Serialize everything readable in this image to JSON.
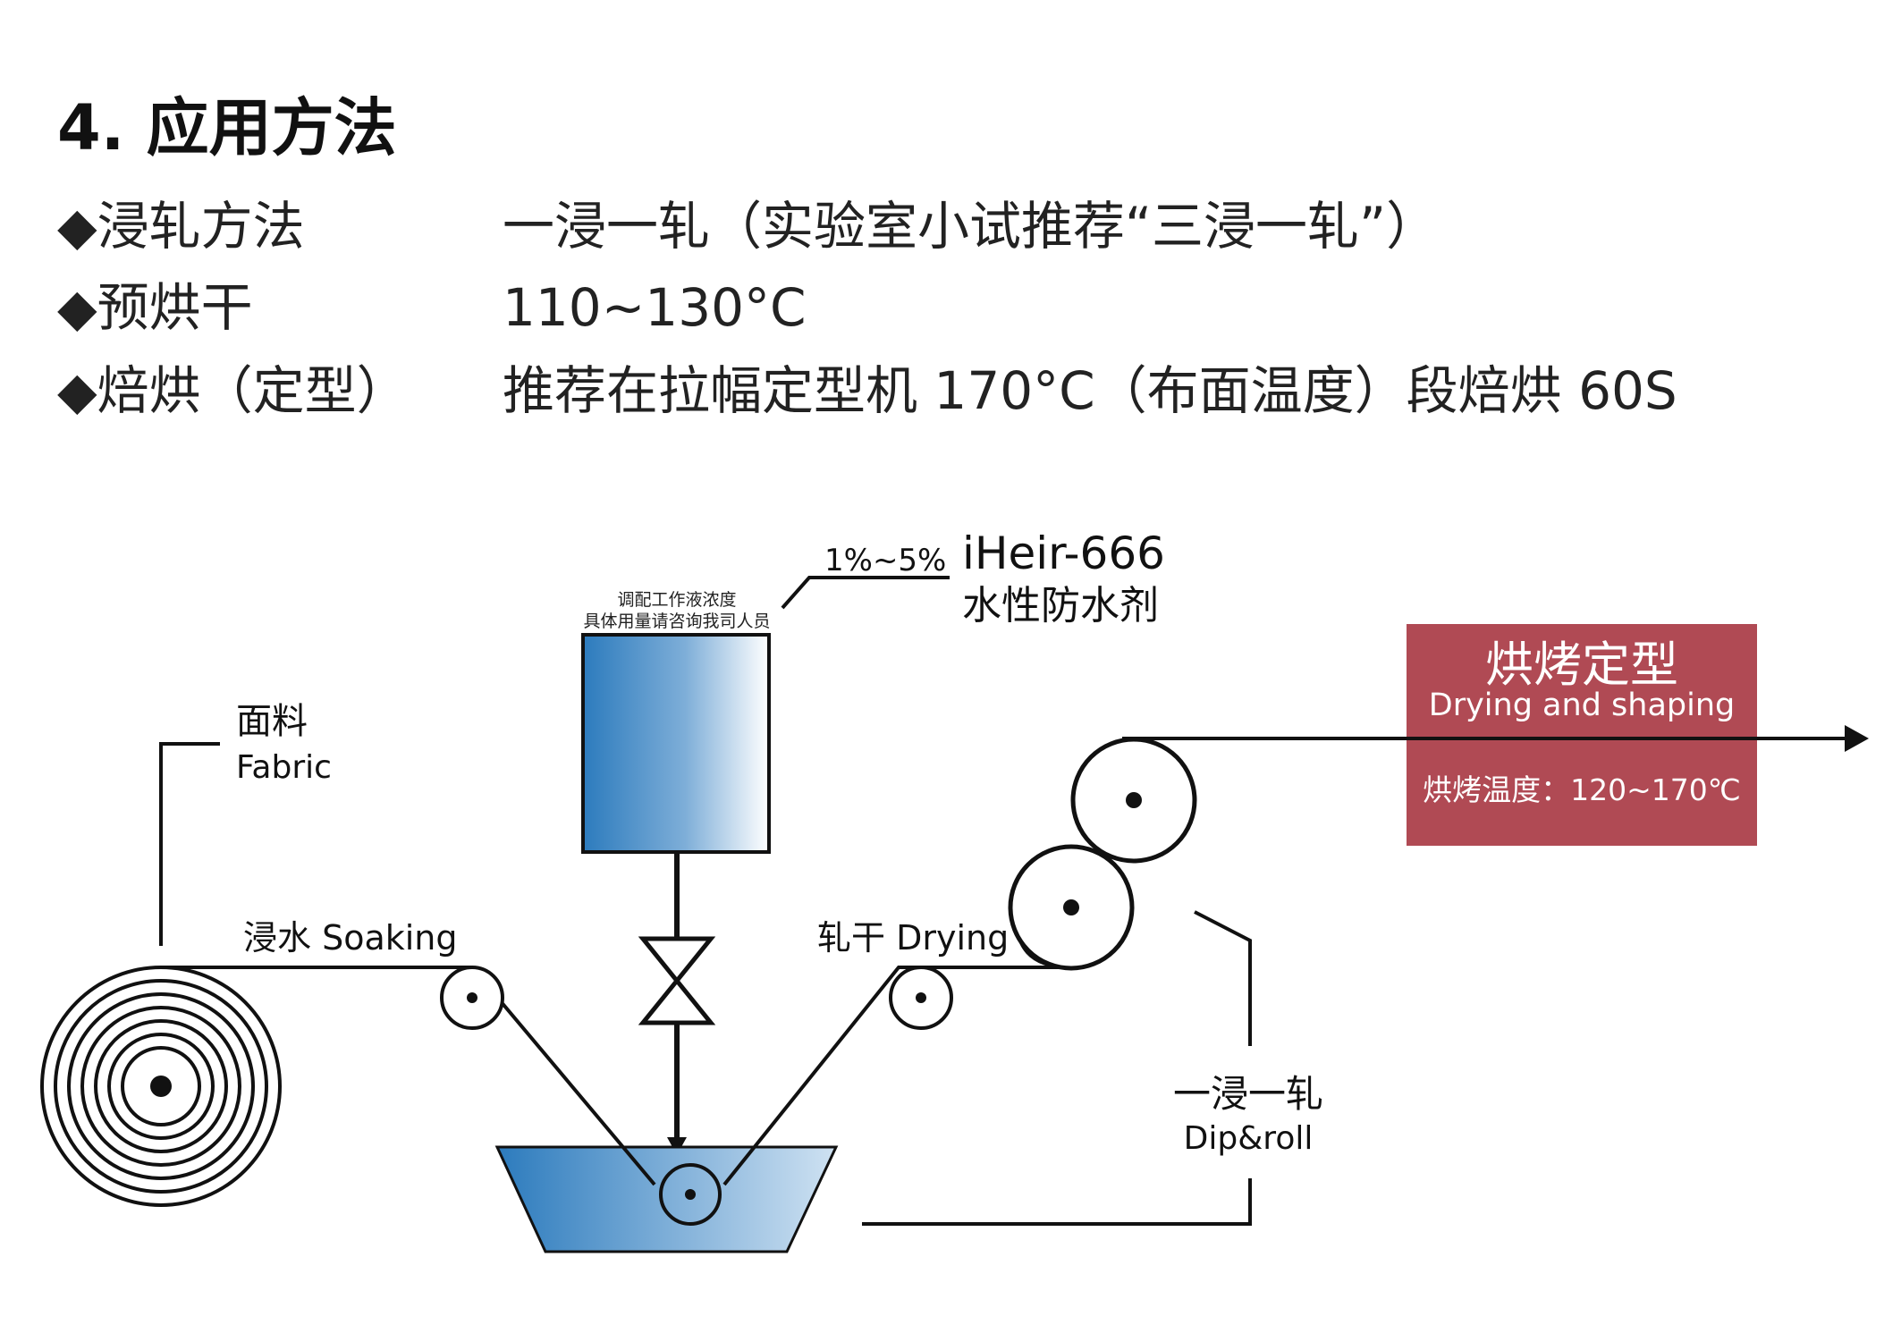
{
  "title": "4. 应用方法",
  "methods": [
    {
      "key": "◆浸轧方法",
      "value": "一浸一轧（实验室小试推荐“三浸一轧”）"
    },
    {
      "key": "◆预烘干",
      "value": "110~130°C"
    },
    {
      "key": "◆焙烘（定型）",
      "value": "推荐在拉幅定型机 170°C（布面温度）段焙烘 60S"
    }
  ],
  "diagram": {
    "tank_note_1": "调配工作液浓度",
    "tank_note_2": "具体用量请咨询我司人员",
    "dosage": "1%~5%",
    "product_name": "iHeir-666",
    "product_desc": "水性防水剂",
    "fabric_cn": "面料",
    "fabric_en": "Fabric",
    "soaking": "浸水 Soaking",
    "drying": "轧干 Drying",
    "dip_cn": "一浸一轧",
    "dip_en": "Dip&roll",
    "shaping_cn": "烘烤定型",
    "shaping_en": "Drying and shaping",
    "shaping_temp": "烘烤温度：120~170℃"
  },
  "colors": {
    "blue": "#2c7bbd",
    "red_box": "#b04a54",
    "line": "#111111"
  }
}
